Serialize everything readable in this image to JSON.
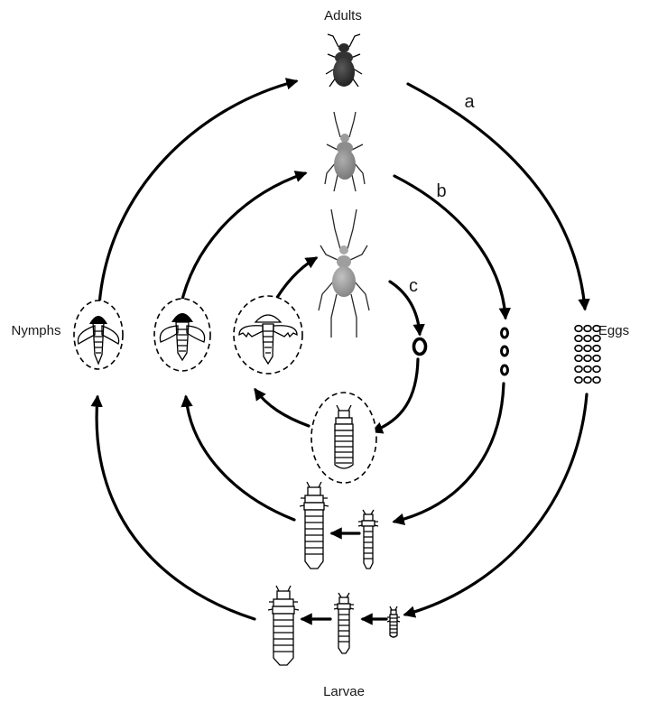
{
  "labels": {
    "adults": "Adults",
    "eggs": "Eggs",
    "nymphs": "Nymphs",
    "larvae": "Larvae"
  },
  "pathways": [
    {
      "letter": "a"
    },
    {
      "letter": "b"
    },
    {
      "letter": "c"
    }
  ],
  "colors": {
    "ink": "#000000",
    "adult_a": "#2e2e2e",
    "adult_b": "#6e6e6e",
    "adult_c": "#8a8a8a",
    "background": "#ffffff"
  }
}
